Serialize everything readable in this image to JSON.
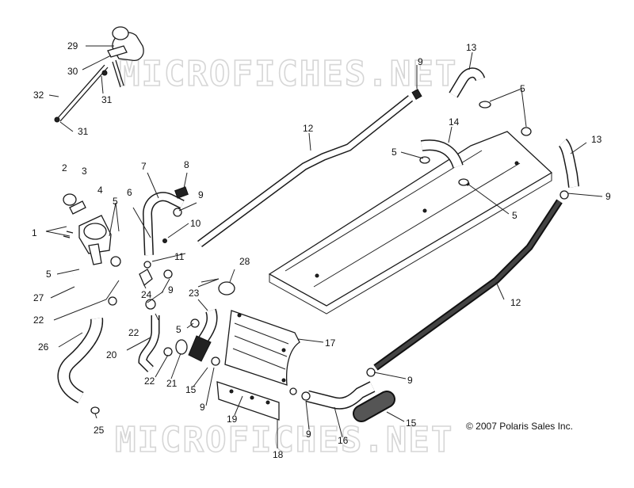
{
  "watermark": "MICROFICHES.NET",
  "copyright": "© 2007 Polaris Sales Inc.",
  "callouts": {
    "c1": "1",
    "c2": "2",
    "c3": "3",
    "c4": "4",
    "c5a": "5",
    "c5b": "5",
    "c5c": "5",
    "c5d": "5",
    "c5e": "5",
    "c5f": "5",
    "c6": "6",
    "c7": "7",
    "c8": "8",
    "c9a": "9",
    "c9b": "9",
    "c9c": "9",
    "c9d": "9",
    "c9e": "9",
    "c9f": "9",
    "c10": "10",
    "c11": "11",
    "c12a": "12",
    "c12b": "12",
    "c13a": "13",
    "c13b": "13",
    "c14": "14",
    "c15a": "15",
    "c15b": "15",
    "c16": "16",
    "c17": "17",
    "c18": "18",
    "c19": "19",
    "c20": "20",
    "c21": "21",
    "c22a": "22",
    "c22b": "22",
    "c22c": "22",
    "c23": "23",
    "c24": "24",
    "c25": "25",
    "c26": "26",
    "c27": "27",
    "c28": "28",
    "c29": "29",
    "c30": "30",
    "c31a": "31",
    "c31b": "31",
    "c32": "32"
  }
}
